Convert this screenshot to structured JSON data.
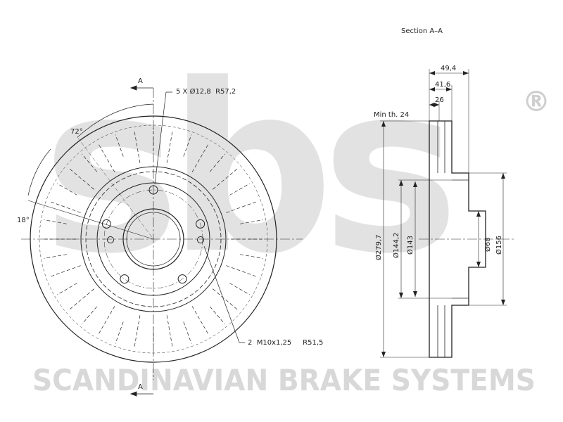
{
  "watermark": {
    "logo_text": "sbs",
    "registered_mark": "®",
    "company": "SCANDINAVIAN BRAKE SYSTEMS"
  },
  "front_view": {
    "section_marker_top": "A",
    "section_marker_bottom": "A",
    "angle_top": "72°",
    "angle_left": "18°",
    "bolt_holes": "5 X Ø12,8  R57,2",
    "threaded_holes": "2  M10x1,25     R51,5"
  },
  "section_view": {
    "title": "Section A–A",
    "total_thickness": "49,4",
    "hat_depth": "41,6",
    "disc_thickness": "26",
    "min_thickness": "Min th. 24",
    "outer_diameter": "Ø279,7",
    "hat_outer_diameter": "Ø144,2",
    "hat_inner_diameter": "Ø143",
    "center_bore": "Ø68",
    "pad_inner_diameter": "Ø156"
  },
  "colors": {
    "line": "#222222",
    "watermark": "#e2e2e2"
  }
}
